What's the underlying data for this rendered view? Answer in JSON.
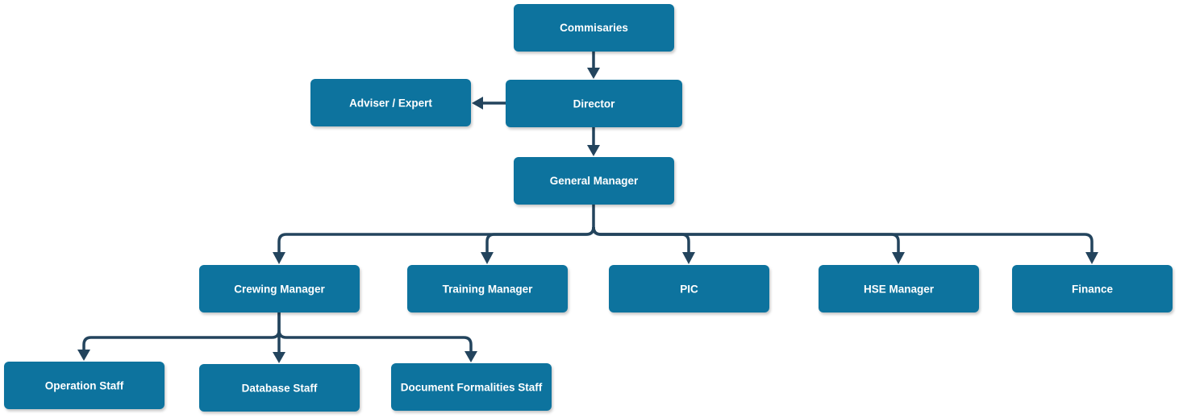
{
  "colors": {
    "node_fill": "#10739e",
    "node_text": "#ffffff",
    "connector": "#23445d",
    "background": "#ffffff"
  },
  "nodes": {
    "commisaries": "Commisaries",
    "director": "Director",
    "adviser": "Adviser / Expert",
    "general_manager": "General Manager",
    "crewing_manager": "Crewing Manager",
    "training_manager": "Training Manager",
    "pic": "PIC",
    "hse_manager": "HSE Manager",
    "finance": "Finance",
    "operation_staff": "Operation Staff",
    "database_staff": "Database Staff",
    "document_staff": "Document Formalities Staff"
  }
}
